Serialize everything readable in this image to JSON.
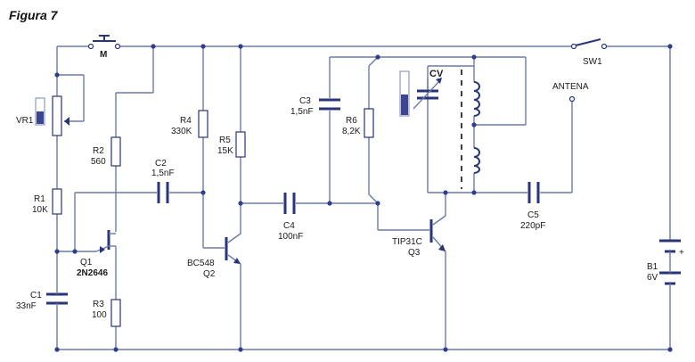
{
  "title": "Figura 7",
  "components": {
    "switch_m": "M",
    "sw1": "SW1",
    "vr1": "VR1",
    "r1": {
      "name": "R1",
      "value": "10K"
    },
    "r2": {
      "name": "R2",
      "value": "560"
    },
    "r3": {
      "name": "R3",
      "value": "100"
    },
    "r4": {
      "name": "R4",
      "value": "330K"
    },
    "r5": {
      "name": "R5",
      "value": "15K"
    },
    "r6": {
      "name": "R6",
      "value": "8,2K"
    },
    "c1": {
      "name": "C1",
      "value": "33nF"
    },
    "c2": {
      "name": "C2",
      "value": "1,5nF"
    },
    "c3": {
      "name": "C3",
      "value": "1,5nF"
    },
    "c4": {
      "name": "C4",
      "value": "100nF"
    },
    "c5": {
      "name": "C5",
      "value": "220pF"
    },
    "q1": {
      "name": "Q1",
      "type": "2N2646"
    },
    "q2": {
      "type": "BC548",
      "name": "Q2"
    },
    "q3": {
      "type": "TIP31C",
      "name": "Q3"
    },
    "cv": "CV",
    "antena": "ANTENA",
    "b1": {
      "name": "B1",
      "value": "6V",
      "plus": "+"
    }
  },
  "colors": {
    "wire": "#6b7ba8",
    "component": "#2a3478",
    "junction": "#2f3d8f"
  }
}
